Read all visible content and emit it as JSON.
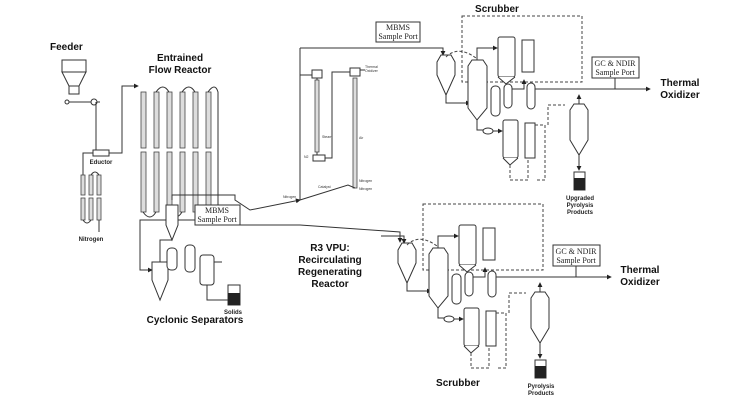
{
  "labels": {
    "feeder": "Feeder",
    "efr_line1": "Entrained",
    "efr_line2": "Flow Reactor",
    "eductor": "Eductor",
    "nitrogen": "Nitrogen",
    "cyclonic": "Cyclonic Separators",
    "solids": "Solids",
    "r3_line1": "R3 VPU:",
    "r3_line2": "Recirculating",
    "r3_line3": "Regenerating",
    "r3_line4": "Reactor",
    "mbms_top_1": "MBMS",
    "mbms_top_2": "Sample Port",
    "mbms_low_1": "MBMS",
    "mbms_low_2": "Sample Port",
    "scrubber_top": "Scrubber",
    "scrubber_bottom": "Scrubber",
    "gc_top_1": "GC & NDIR",
    "gc_top_2": "Sample Port",
    "gc_low_1": "GC & NDIR",
    "gc_low_2": "Sample Port",
    "thermal_top_1": "Thermal",
    "thermal_top_2": "Oxidizer",
    "thermal_low_1": "Thermal",
    "thermal_low_2": "Oxidizer",
    "upgraded_1": "Upgraded",
    "upgraded_2": "Pyrolysis",
    "upgraded_3": "Products",
    "pyro_1": "Pyrolysis",
    "pyro_2": "Products",
    "riser_thermal_1": "Thermal",
    "riser_thermal_2": "Oxidizer",
    "riser_steam": "Steam",
    "riser_n2": "N2",
    "riser_air": "Air",
    "riser_nitrogen_1": "Nitrogen",
    "riser_nitrogen_2": "Nitrogen",
    "riser_nitrogen_3": "Nitrogen",
    "riser_catalyst": "Catalyst"
  }
}
